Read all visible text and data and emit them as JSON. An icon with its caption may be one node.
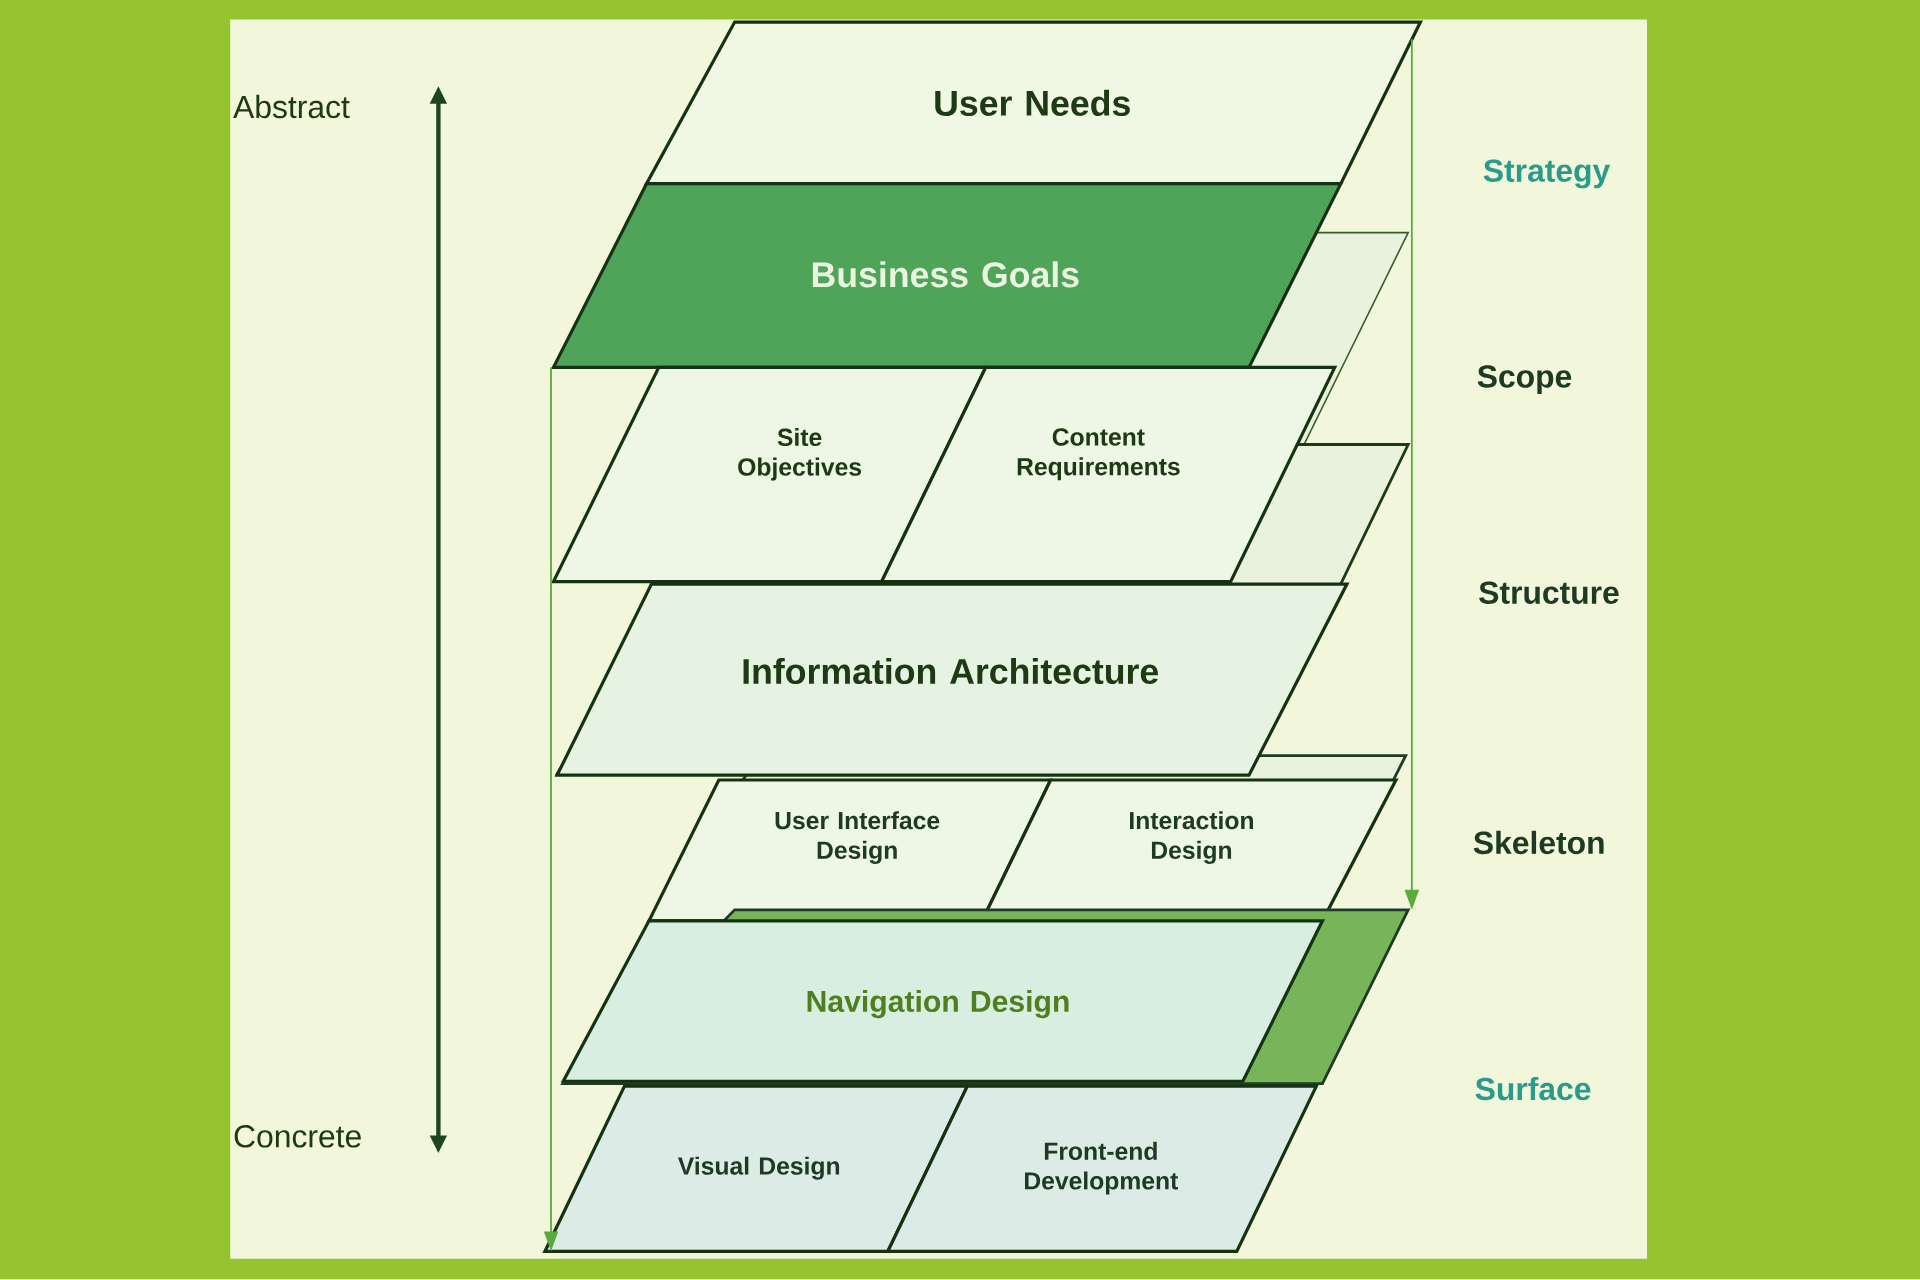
{
  "diagram": {
    "nodes": [
      {
        "text": [
          "User Needs"
        ]
      },
      {
        "text": [
          "Business Goals"
        ]
      },
      {
        "text": [
          "Site Objectives"
        ]
      },
      {
        "text": [
          "Content Requirements"
        ]
      },
      {
        "text": [
          "Information Architecture"
        ]
      },
      {
        "text": [
          "User Interface Design"
        ]
      },
      {
        "text": [
          "Interaction Design"
        ]
      },
      {
        "text": [
          "Navigation Design"
        ]
      },
      {
        "text": [
          "Visual Design"
        ]
      },
      {
        "text": [
          "Front-end Development"
        ]
      }
    ],
    "edges": [
      {
        "from": 1,
        "to": 8,
        "arrow": "to"
      },
      {
        "from": 0,
        "to": 7,
        "arrow": "to"
      }
    ],
    "labels": [
      "Abstract",
      "Strategy",
      "Scope",
      "Structure",
      "Skeleton",
      "Concrete",
      "Surface"
    ]
  }
}
